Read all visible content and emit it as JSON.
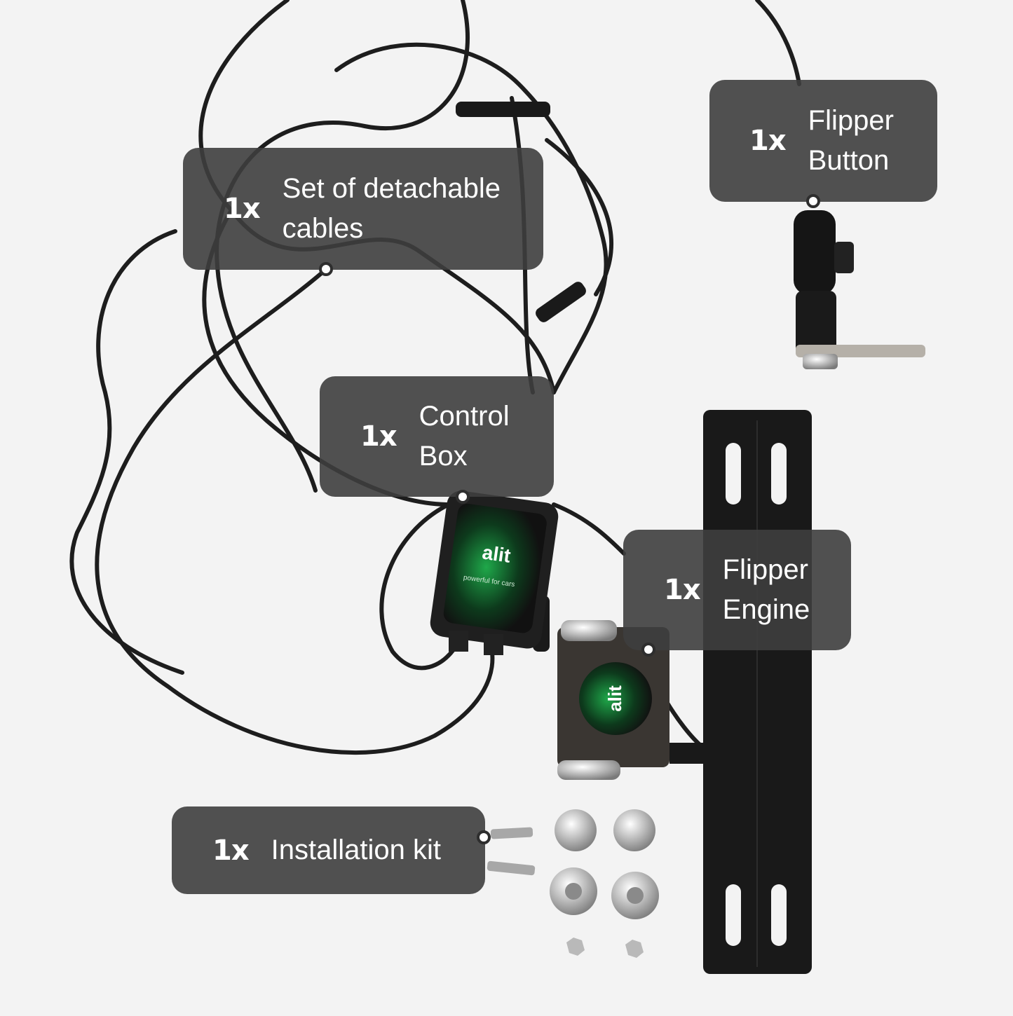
{
  "callouts": [
    {
      "qty": "1x",
      "line1": "Flipper",
      "line2": "Button"
    },
    {
      "qty": "1x",
      "line1": "Set of detachable",
      "line2": "cables"
    },
    {
      "qty": "1x",
      "line1": "Control",
      "line2": "Box"
    },
    {
      "qty": "1x",
      "line1": "Flipper",
      "line2": "Engine"
    },
    {
      "qty": "1x",
      "line1": "Installation kit"
    }
  ],
  "brand": {
    "logo": "alit",
    "tagline": "powerful for cars"
  },
  "colors": {
    "callout_bg": "#3e3e3e",
    "accent": "#1fa84a",
    "background": "#f3f3f3"
  },
  "icons": [
    "cable-icon",
    "control-box-icon",
    "flipper-button-icon",
    "flipper-engine-icon",
    "bracket-icon",
    "screw-icon",
    "nut-icon",
    "washer-icon"
  ]
}
